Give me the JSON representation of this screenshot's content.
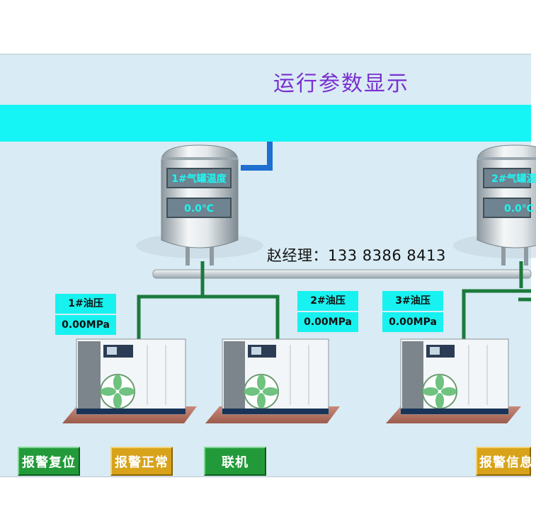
{
  "title": "运行参数显示",
  "contact": "赵经理：133 8386 8413",
  "tanks": [
    {
      "name": "1#气罐温度",
      "value": "0.0℃"
    },
    {
      "name": "2#气罐温",
      "value": "0.0℃"
    }
  ],
  "oil_pressures": [
    {
      "label": "1#油压",
      "value": "0.00MPa"
    },
    {
      "label": "2#油压",
      "value": "0.00MPa"
    },
    {
      "label": "3#油压",
      "value": "0.00MPa"
    }
  ],
  "buttons": {
    "alarm_reset": "报警复位",
    "alarm_normal": "报警正常",
    "online": "联机",
    "alarm_info": "报警信息"
  },
  "colors": {
    "title": "#7a2fd0",
    "band": "#15f5f6",
    "pipe_green": "#1b7a3c",
    "pipe_blue": "#1e6fd0",
    "button_green": "#239a3a",
    "button_yellow": "#d8a31a"
  }
}
